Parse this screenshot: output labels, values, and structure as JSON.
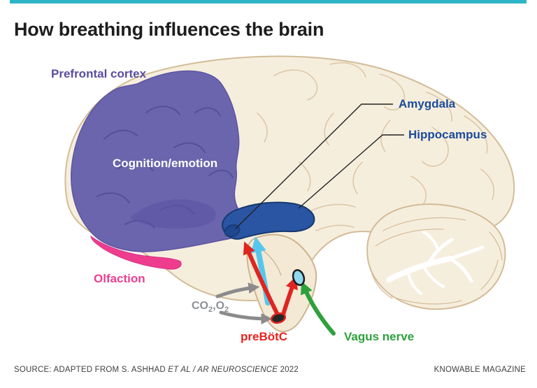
{
  "title": "How breathing influences the brain",
  "colors": {
    "accent_bar": "#2db4c7",
    "brain_fill": "#f6eedd",
    "brain_outline": "#d3bc98",
    "prefrontal_region": "#6a65ad",
    "prefrontal_label": "#584da0",
    "olfaction_pink": "#ee3d8f",
    "hippocampus_blue": "#2a55a3",
    "blue_label": "#1b4c9c",
    "cyan_arrow": "#56c7ec",
    "red_prebotc": "#e0241f",
    "green_vagus": "#2da13c",
    "gray_co2": "#8b8b8b",
    "title_text": "#1d1d1d",
    "footer_text": "#3f3f3f"
  },
  "labels": {
    "prefrontal_cortex": "Prefrontal cortex",
    "cognition_emotion": "Cognition/emotion",
    "amygdala": "Amygdala",
    "hippocampus": "Hippocampus",
    "olfaction": "Olfaction",
    "co2_o2": {
      "t1": "CO",
      "s1": "2",
      "t2": ",O",
      "s2": "2"
    },
    "prebotc": "preBötC",
    "vagus_nerve": "Vagus nerve"
  },
  "footer": {
    "source_text": "SOURCE: ADAPTED FROM S. ASHHAD ",
    "source_italic": "ET AL / AR NEUROSCIENCE",
    "source_suffix": " 2022",
    "credit": "KNOWABLE MAGAZINE"
  }
}
